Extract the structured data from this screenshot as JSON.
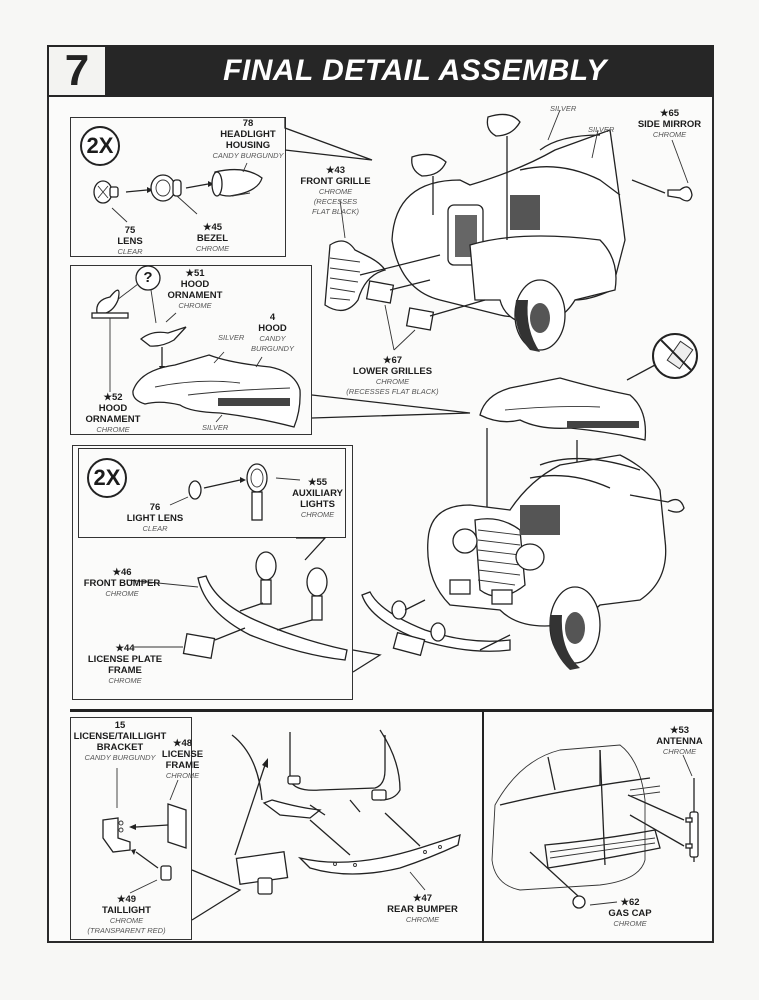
{
  "header": {
    "step_number": "7",
    "title": "FINAL DETAIL ASSEMBLY"
  },
  "multiplier_badges": [
    "2X",
    "2X"
  ],
  "question_icon": "?",
  "callouts": {
    "headlight_box": {
      "housing": {
        "num": "78",
        "name1": "HEADLIGHT",
        "name2": "HOUSING",
        "finish": "CANDY BURGUNDY"
      },
      "lens": {
        "num": "75",
        "name": "LENS",
        "finish": "CLEAR"
      },
      "bezel": {
        "num": "★45",
        "name": "BEZEL",
        "finish": "CHROME"
      }
    },
    "hood_box": {
      "ornament51": {
        "num": "★51",
        "name1": "HOOD",
        "name2": "ORNAMENT",
        "finish": "CHROME"
      },
      "hood": {
        "num": "4",
        "name": "HOOD",
        "finish1": "CANDY",
        "finish2": "BURGUNDY"
      },
      "ornament52": {
        "num": "★52",
        "name1": "HOOD",
        "name2": "ORNAMENT",
        "finish": "CHROME"
      },
      "silver_top": "SILVER",
      "silver_bottom": "SILVER"
    },
    "aux_box": {
      "light_lens": {
        "num": "76",
        "name": "LIGHT LENS",
        "finish": "CLEAR"
      },
      "aux_lights": {
        "num": "★55",
        "name1": "AUXILIARY",
        "name2": "LIGHTS",
        "finish": "CHROME"
      },
      "front_bumper": {
        "num": "★46",
        "name": "FRONT BUMPER",
        "finish": "CHROME"
      },
      "license_plate": {
        "num": "★44",
        "name1": "LICENSE PLATE",
        "name2": "FRAME",
        "finish": "CHROME"
      }
    },
    "main": {
      "front_grille": {
        "num": "★43",
        "name": "FRONT GRILLE",
        "finish1": "CHROME",
        "finish2": "(RECESSES",
        "finish3": "FLAT BLACK)"
      },
      "lower_grilles": {
        "num": "★67",
        "name": "LOWER GRILLES",
        "finish1": "CHROME",
        "finish2": "(RECESSES FLAT BLACK)"
      },
      "side_mirror": {
        "num": "★65",
        "name": "SIDE MIRROR",
        "finish": "CHROME"
      },
      "silver_1": "SILVER",
      "silver_2": "SILVER"
    },
    "rear_box": {
      "bracket": {
        "num": "15",
        "name1": "LICENSE/TAILLIGHT",
        "name2": "BRACKET",
        "finish": "CANDY BURGUNDY"
      },
      "license_frame": {
        "num": "★48",
        "name1": "LICENSE",
        "name2": "FRAME",
        "finish": "CHROME"
      },
      "taillight": {
        "num": "★49",
        "name": "TAILLIGHT",
        "finish1": "CHROME",
        "finish2": "(TRANSPARENT RED)"
      },
      "rear_bumper": {
        "num": "★47",
        "name": "REAR BUMPER",
        "finish": "CHROME"
      }
    },
    "side_box": {
      "antenna": {
        "num": "★53",
        "name": "ANTENNA",
        "finish": "CHROME"
      },
      "gas_cap": {
        "num": "★62",
        "name": "GAS CAP",
        "finish": "CHROME"
      }
    }
  },
  "icons": [
    "no-glue-icon",
    "question-mark-icon",
    "multiplier-2x-icon"
  ],
  "colors": {
    "title_bar": "#262626",
    "paper": "#f7f7f5",
    "line": "#222222",
    "finish_text": "#555555"
  }
}
